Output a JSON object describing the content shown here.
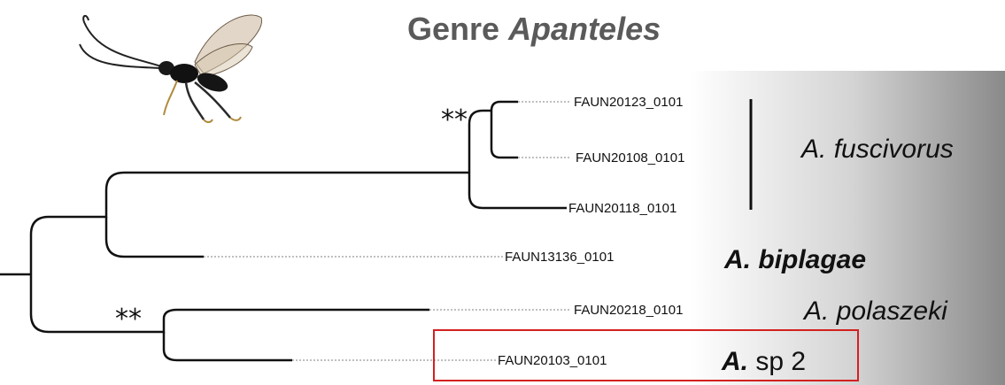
{
  "title": {
    "prefix": "Genre",
    "genus": "Apanteles"
  },
  "leaves": {
    "l1": "FAUN20123_0101",
    "l2": "FAUN20108_0101",
    "l3": "FAUN20118_0101",
    "l4": "FAUN13136_0101",
    "l5": "FAUN20218_0101",
    "l6": "FAUN20103_0101"
  },
  "species": {
    "fuscivorus": {
      "genus": "A.",
      "epithet": "fuscivorus"
    },
    "biplagae": {
      "genus": "A.",
      "epithet": "biplagae"
    },
    "polaszeki": {
      "genus": "A.",
      "epithet": "polaszeki"
    },
    "sp2": {
      "genus": "A.",
      "epithet": "sp 2"
    }
  },
  "support": {
    "upper": "**",
    "lower": "**"
  },
  "colors": {
    "highlight_box": "#d42020",
    "title": "#5a5a5a"
  }
}
